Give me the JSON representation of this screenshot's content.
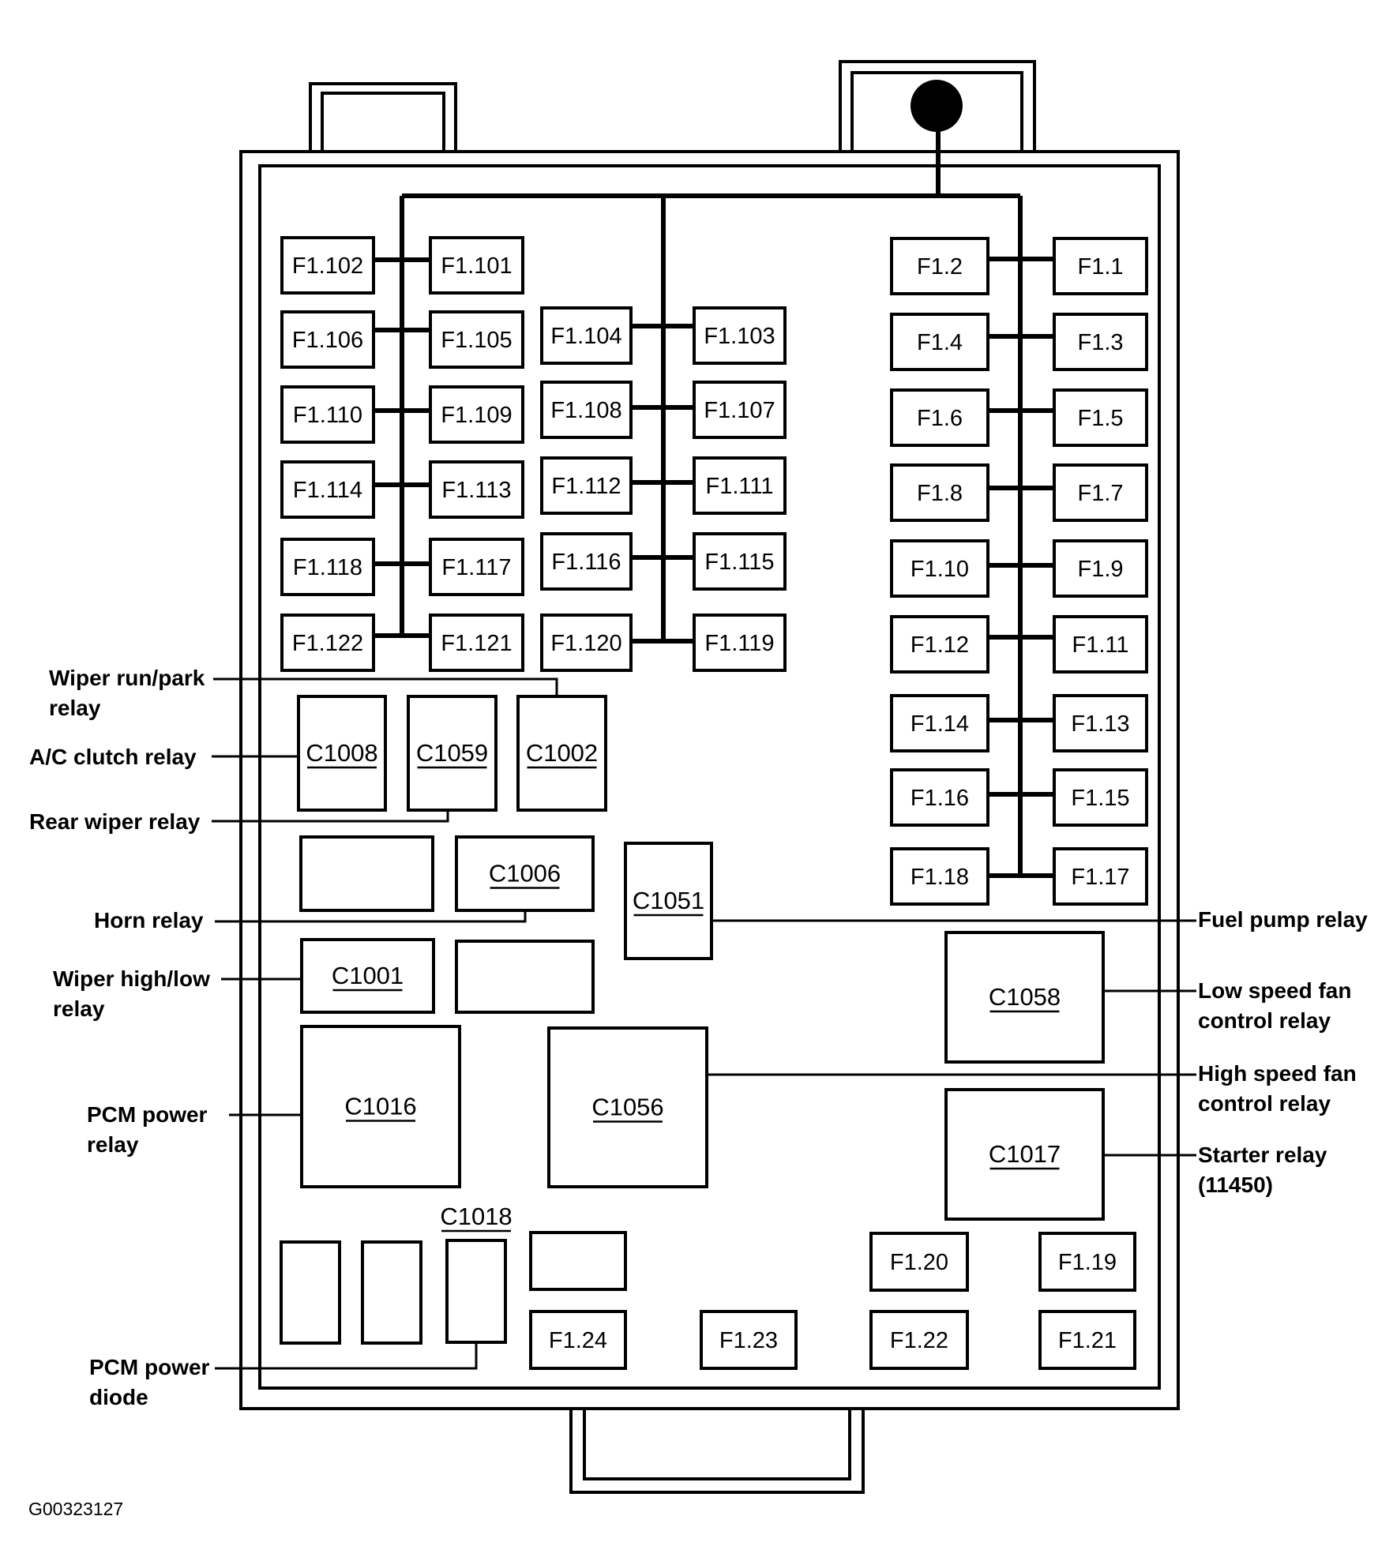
{
  "figure_id": "G00323127",
  "fuses": [
    {
      "id": "F1.102",
      "label": "F1.102"
    },
    {
      "id": "F1.101",
      "label": "F1.101"
    },
    {
      "id": "F1.106",
      "label": "F1.106"
    },
    {
      "id": "F1.105",
      "label": "F1.105"
    },
    {
      "id": "F1.110",
      "label": "F1.110"
    },
    {
      "id": "F1.109",
      "label": "F1.109"
    },
    {
      "id": "F1.114",
      "label": "F1.114"
    },
    {
      "id": "F1.113",
      "label": "F1.113"
    },
    {
      "id": "F1.118",
      "label": "F1.118"
    },
    {
      "id": "F1.117",
      "label": "F1.117"
    },
    {
      "id": "F1.122",
      "label": "F1.122"
    },
    {
      "id": "F1.121",
      "label": "F1.121"
    },
    {
      "id": "F1.104",
      "label": "F1.104"
    },
    {
      "id": "F1.103",
      "label": "F1.103"
    },
    {
      "id": "F1.108",
      "label": "F1.108"
    },
    {
      "id": "F1.107",
      "label": "F1.107"
    },
    {
      "id": "F1.112",
      "label": "F1.112"
    },
    {
      "id": "F1.111",
      "label": "F1.111"
    },
    {
      "id": "F1.116",
      "label": "F1.116"
    },
    {
      "id": "F1.115",
      "label": "F1.115"
    },
    {
      "id": "F1.120",
      "label": "F1.120"
    },
    {
      "id": "F1.119",
      "label": "F1.119"
    },
    {
      "id": "F1.2",
      "label": "F1.2"
    },
    {
      "id": "F1.1",
      "label": "F1.1"
    },
    {
      "id": "F1.4",
      "label": "F1.4"
    },
    {
      "id": "F1.3",
      "label": "F1.3"
    },
    {
      "id": "F1.6",
      "label": "F1.6"
    },
    {
      "id": "F1.5",
      "label": "F1.5"
    },
    {
      "id": "F1.8",
      "label": "F1.8"
    },
    {
      "id": "F1.7",
      "label": "F1.7"
    },
    {
      "id": "F1.10",
      "label": "F1.10"
    },
    {
      "id": "F1.9",
      "label": "F1.9"
    },
    {
      "id": "F1.12",
      "label": "F1.12"
    },
    {
      "id": "F1.11",
      "label": "F1.11"
    },
    {
      "id": "F1.14",
      "label": "F1.14"
    },
    {
      "id": "F1.13",
      "label": "F1.13"
    },
    {
      "id": "F1.16",
      "label": "F1.16"
    },
    {
      "id": "F1.15",
      "label": "F1.15"
    },
    {
      "id": "F1.18",
      "label": "F1.18"
    },
    {
      "id": "F1.17",
      "label": "F1.17"
    },
    {
      "id": "F1.20",
      "label": "F1.20"
    },
    {
      "id": "F1.19",
      "label": "F1.19"
    },
    {
      "id": "F1.24",
      "label": "F1.24"
    },
    {
      "id": "F1.23",
      "label": "F1.23"
    },
    {
      "id": "F1.22",
      "label": "F1.22"
    },
    {
      "id": "F1.21",
      "label": "F1.21"
    }
  ],
  "connectors": [
    {
      "id": "C1008",
      "label": "C1008"
    },
    {
      "id": "C1059",
      "label": "C1059"
    },
    {
      "id": "C1002",
      "label": "C1002"
    },
    {
      "id": "C1006",
      "label": "C1006"
    },
    {
      "id": "C1051",
      "label": "C1051"
    },
    {
      "id": "C1001",
      "label": "C1001"
    },
    {
      "id": "C1058",
      "label": "C1058"
    },
    {
      "id": "C1016",
      "label": "C1016"
    },
    {
      "id": "C1056",
      "label": "C1056"
    },
    {
      "id": "C1017",
      "label": "C1017"
    },
    {
      "id": "C1018",
      "label": "C1018"
    }
  ],
  "callouts": [
    {
      "id": "wiper-run-park-relay",
      "lines": [
        "Wiper run/park",
        "relay"
      ],
      "target": "C1002"
    },
    {
      "id": "ac-clutch-relay",
      "lines": [
        "A/C clutch relay"
      ],
      "target": "C1008"
    },
    {
      "id": "rear-wiper-relay",
      "lines": [
        "Rear wiper relay"
      ],
      "target": "C1059"
    },
    {
      "id": "horn-relay",
      "lines": [
        "Horn relay"
      ],
      "target": "C1006"
    },
    {
      "id": "wiper-high-low-relay",
      "lines": [
        "Wiper high/low",
        "relay"
      ],
      "target": "C1001"
    },
    {
      "id": "pcm-power-relay",
      "lines": [
        "PCM power",
        "relay"
      ],
      "target": "C1016"
    },
    {
      "id": "pcm-power-diode",
      "lines": [
        "PCM power",
        "diode"
      ],
      "target": "C1018"
    },
    {
      "id": "fuel-pump-relay",
      "lines": [
        "Fuel pump relay"
      ],
      "target": "C1051"
    },
    {
      "id": "low-speed-fan-control-relay",
      "lines": [
        "Low speed fan",
        "control relay"
      ],
      "target": "C1058"
    },
    {
      "id": "high-speed-fan-control-relay",
      "lines": [
        "High speed fan",
        "control relay"
      ],
      "target": "C1056"
    },
    {
      "id": "starter-relay",
      "lines": [
        "Starter relay",
        "(11450)"
      ],
      "target": "C1017"
    }
  ]
}
